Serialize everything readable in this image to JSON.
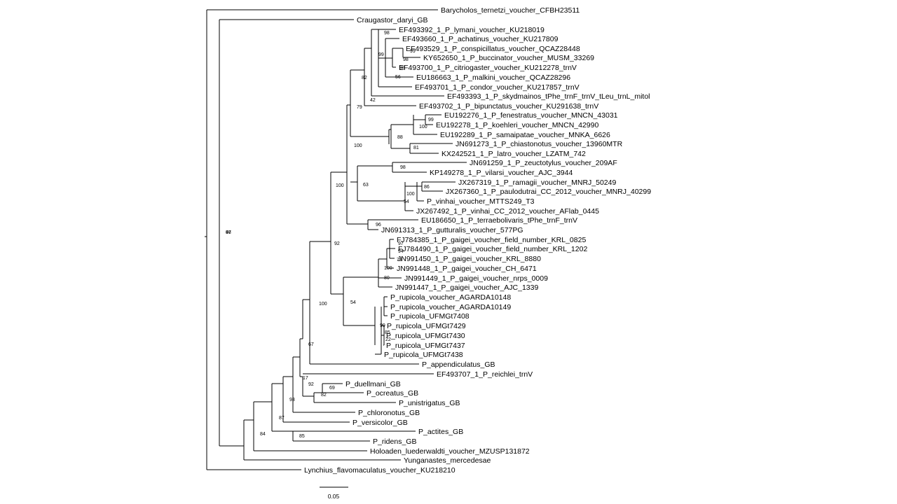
{
  "tree": {
    "tip_labels": [
      "Barycholos_ternetzi_voucher_CFBH23511",
      "Craugastor_daryi_GB",
      "EF493392_1_P_lymani_voucher_KU218019",
      "EF493660_1_P_achatinus_voucher_KU217809",
      "EF493529_1_P_conspicillatus_voucher_QCAZ28448",
      "KY652650_1_P_buccinator_voucher_MUSM_33269",
      "EF493700_1_P_citriogaster_voucher_KU212278_trnV",
      "EU186663_1_P_malkini_voucher_QCAZ28296",
      "EF493701_1_P_condor_voucher_KU217857_trnV",
      "EF493393_1_P_skydmainos_tPhe_trnF_trnV_tLeu_trnL_mitol",
      "EF493702_1_P_bipunctatus_voucher_KU291638_trnV",
      "EU192276_1_P_fenestratus_voucher_MNCN_43031",
      "EU192278_1_P_koehleri_voucher_MNCN_42990",
      "EU192289_1_P_samaipatae_voucher_MNKA_6626",
      "JN691273_1_P_chiastonotus_voucher_13960MTR",
      "KX242521_1_P_latro_voucher_LZATM_742",
      "JN691259_1_P_zeuctotylus_voucher_209AF",
      "KP149278_1_P_vilarsi_voucher_AJC_3944",
      "JX267319_1_P_ramagii_voucher_MNRJ_50249",
      "JX267360_1_P_paulodutrai_CC_2012_voucher_MNRJ_40299",
      "P_vinhai_voucher_MTTS249_T3",
      "JX267492_1_P_vinhai_CC_2012_voucher_AFlab_0445",
      "EU186650_1_P_terraebolivaris_tPhe_trnF_trnV",
      "JN691313_1_P_gutturalis_voucher_577PG",
      "FJ784385_1_P_gaigei_voucher_field_number_KRL_0825",
      "FJ784490_1_P_gaigei_voucher_field_number_KRL_1202",
      "JN991450_1_P_gaigei_voucher_KRL_8880",
      "JN991448_1_P_gaigei_voucher_CH_6471",
      "JN991449_1_P_gaigei_voucher_nrps_0009",
      "JN991447_1_P_gaigei_voucher_AJC_1339",
      "P_rupicola_voucher_AGARDA10148",
      "P_rupicola_voucher_AGARDA10149",
      "P_rupicola_UFMGt7408",
      "P_rupicola_UFMGt7429",
      "P_rupicola_UFMGt7430",
      "P_rupicola_UFMGt7437",
      "P_rupicola_UFMGt7438",
      "P_appendiculatus_GB",
      "EF493707_1_P_reichlei_trnV",
      "P_duellmani_GB",
      "P_ocreatus_GB",
      "P_unistrigatus_GB",
      "P_chloronotus_GB",
      "P_versicolor_GB",
      "P_actites_GB",
      "P_ridens_GB",
      "Holoaden_luederwaldti_voucher_MZUSP131872",
      "Yunganastes_mercedesae",
      "Lynchius_flavomaculatus_voucher_KU218210"
    ],
    "support_values": [
      "97",
      "48",
      "98",
      "99",
      "99",
      "98",
      "98",
      "56",
      "82",
      "42",
      "79",
      "99",
      "100",
      "88",
      "81",
      "100",
      "98",
      "86",
      "100",
      "54",
      "63",
      "100",
      "96",
      "92",
      "97",
      "94",
      "79",
      "100",
      "80",
      "54",
      "100",
      "99",
      "85",
      "22",
      "67",
      "17",
      "92",
      "69",
      "82",
      "93",
      "87",
      "84",
      "85"
    ],
    "scale_bar_label": "0.05"
  }
}
